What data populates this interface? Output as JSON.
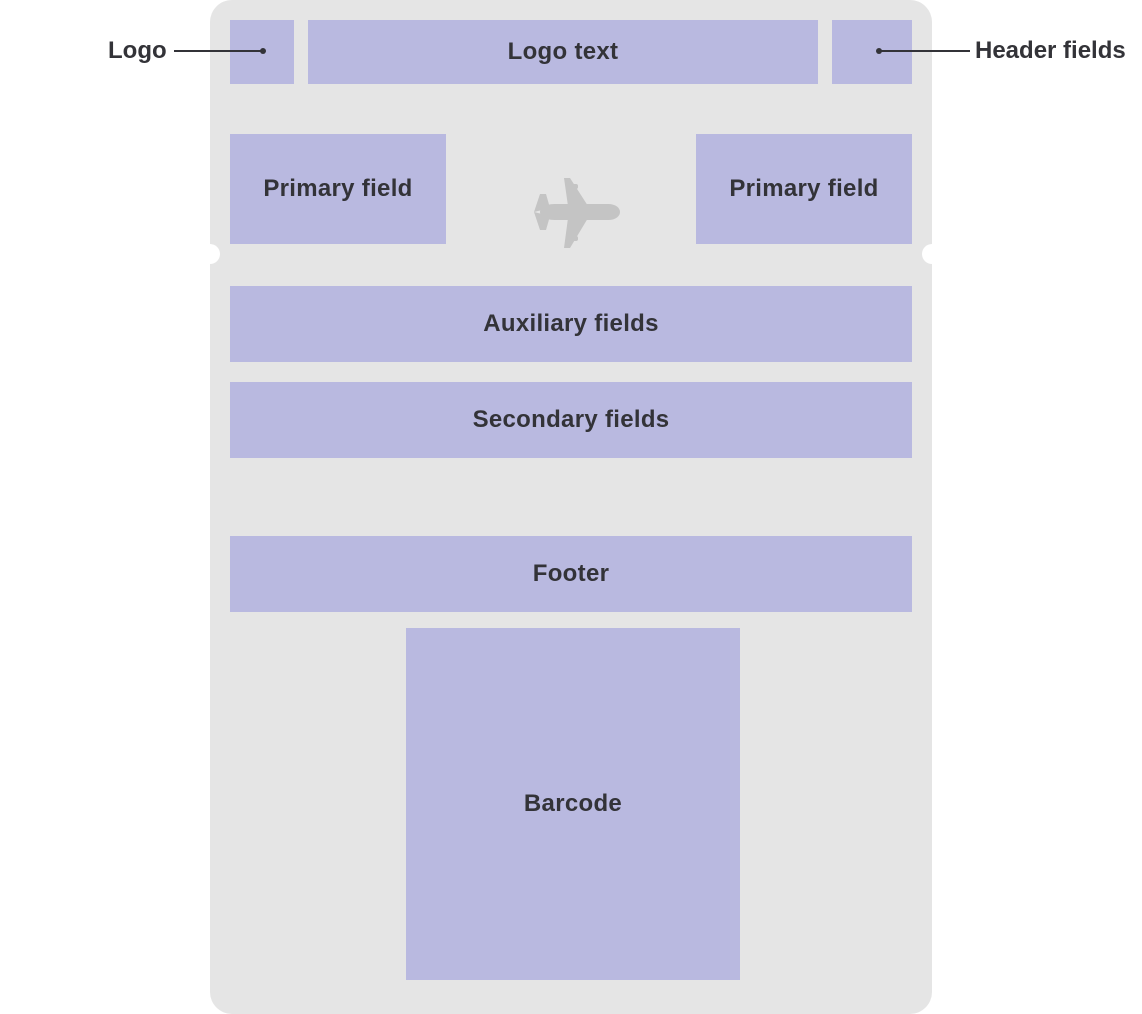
{
  "callouts": {
    "logo": "Logo",
    "header_fields": "Header fields"
  },
  "regions": {
    "logo_text": "Logo text",
    "primary_left": "Primary field",
    "primary_right": "Primary field",
    "auxiliary": "Auxiliary fields",
    "secondary": "Secondary fields",
    "footer": "Footer",
    "barcode": "Barcode"
  },
  "icons": {
    "transit": "airplane-icon"
  },
  "colors": {
    "field_fill": "#b9b9e0",
    "pass_background": "#e5e5e5",
    "text": "#333338",
    "icon": "#c4c4c4"
  }
}
